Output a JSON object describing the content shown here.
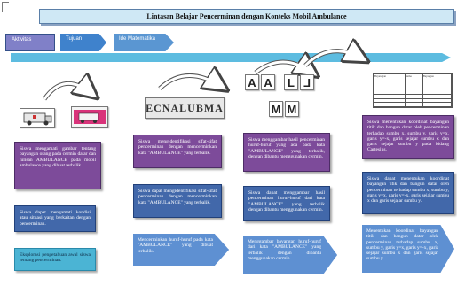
{
  "title": "Lintasan Belajar Pencerminan dengan Konteks Mobil Ambulance",
  "tags": {
    "activities": "Aktivitas",
    "goal": "Tujuan",
    "math": "Ide Matematika"
  },
  "images": {
    "mirror_word": "ECNALUBMA",
    "letter_a_1": "A",
    "letter_a_2": "A",
    "letter_l_1": "L",
    "letter_l_2": "L",
    "letter_m_1": "M",
    "letter_m_2": "M",
    "grid_header": [
      "Bayan-gan",
      "Nama",
      "Bayangan"
    ]
  },
  "columns": [
    {
      "activity": "Siswa mengamati gambar tentang bayangan orang pada cermin datar dan tulisan AMBULANCE pada mobil ambulance yang dibuat terbalik.",
      "goal": "Siswa dapat mengamati kondisi atau situasi yang berkaitan dengan pencerminan.",
      "math": "Eksplorasi pengetahuan awal siswa tentang pencerminan."
    },
    {
      "activity": "Siswa mengidentifikasi sifat-sifat pencerminan dengan mencerminkan kata \"AMBULANCE\" yang terbalik.",
      "goal": "Siswa dapat mengidentifikasi sifat-sifat pencerminan dengan mencerminkan kata \"AMBULANCE\" yang terbalik.",
      "math": "Mencerminkan huruf-huruf pada kata \"AMBULANCE\" yang dibuat terbalik."
    },
    {
      "activity": "Siswa menggambar hasil pencerminan huruf-huruf yang ada pada kata \"AMBULANCE\" yang terbalik, dengan dibantu menggunakan cermin.",
      "goal": "Siswa dapat menggambar hasil pencerminan huruf-huruf dari kata \"AMBULANCE\" yang terbalik dengan dibantu menggunakan cermin.",
      "math": "Menggambar bayangan huruf-huruf dari kata \"AMBULANCE\" yang terbalik dengan dibantu menggunakan cermin."
    },
    {
      "activity": "Siswa menentukan koordinat bayangan titik dan bangun datar oleh pencerminan terhadap sumbu x, sumbu y, garis y=x, garis y=-x, garis sejajar sumbu x dan garis sejajar sumbu y pada bidang Cartesius.",
      "goal": "Siswa dapat menentukan koordinat bayangan titik dan bangun datar oleh pencerminan terhadap sumbu x, sumbu y, garis y=x, garis y=-x, garis sejajar sumbu x dan garis sejajar sumbu y.",
      "math": "Menentukan koordinat bayangan titik dan bangun datar oleh pencerminan terhadap sumbu x, sumbu y, garis y=x, garis y=-x, garis sejajar sumbu x dan garis sejajar sumbu y."
    }
  ]
}
